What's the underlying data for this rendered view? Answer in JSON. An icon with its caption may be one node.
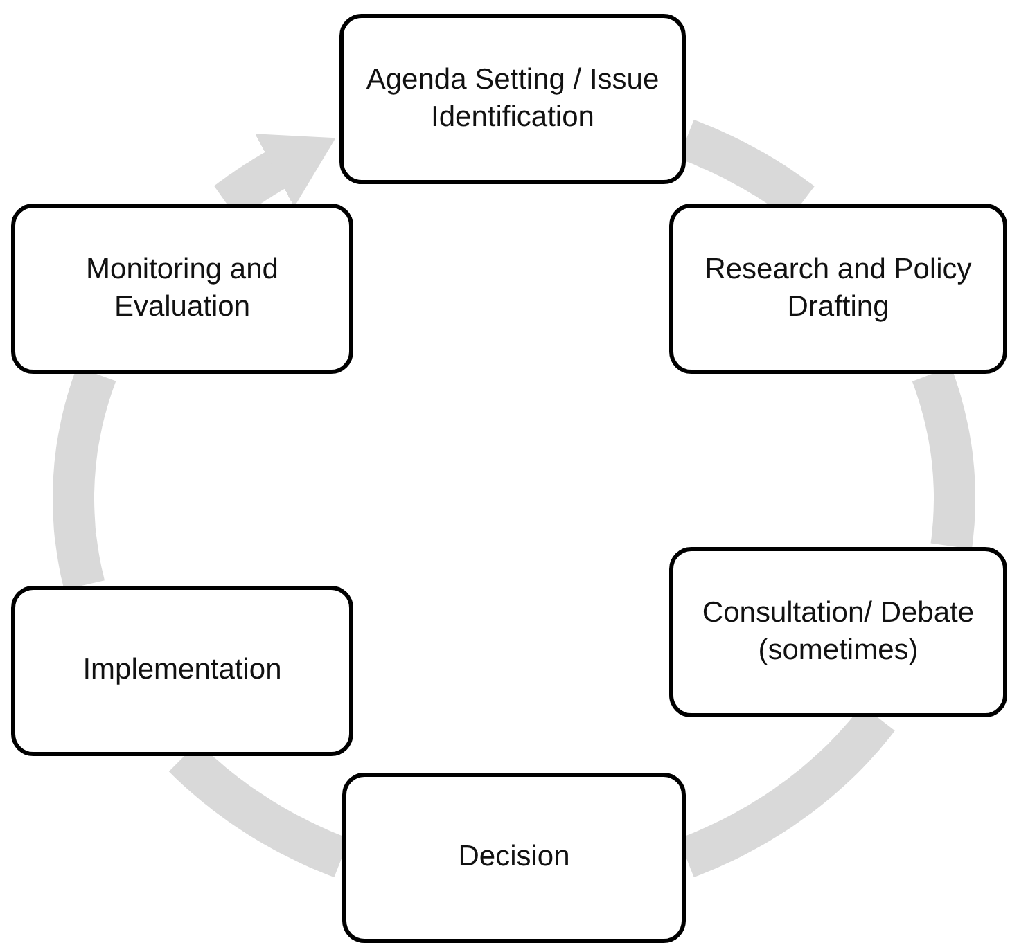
{
  "diagram": {
    "nodes": [
      {
        "text": [
          "Agenda Setting / Issue Identification"
        ]
      },
      {
        "text": [
          "Research and Policy Drafting"
        ]
      },
      {
        "text": [
          "Consultation/ Debate (sometimes)"
        ]
      },
      {
        "text": [
          "Decision"
        ]
      },
      {
        "text": [
          "Implementation"
        ]
      },
      {
        "text": [
          "Monitoring and Evaluation"
        ]
      }
    ],
    "edges": [
      {
        "from": 0,
        "to": 1,
        "arrow": "none"
      },
      {
        "from": 1,
        "to": 2,
        "arrow": "none"
      },
      {
        "from": 2,
        "to": 3,
        "arrow": "none"
      },
      {
        "from": 3,
        "to": 4,
        "arrow": "none"
      },
      {
        "from": 4,
        "to": 5,
        "arrow": "none"
      },
      {
        "from": 5,
        "to": 0,
        "arrow": "to"
      }
    ]
  }
}
